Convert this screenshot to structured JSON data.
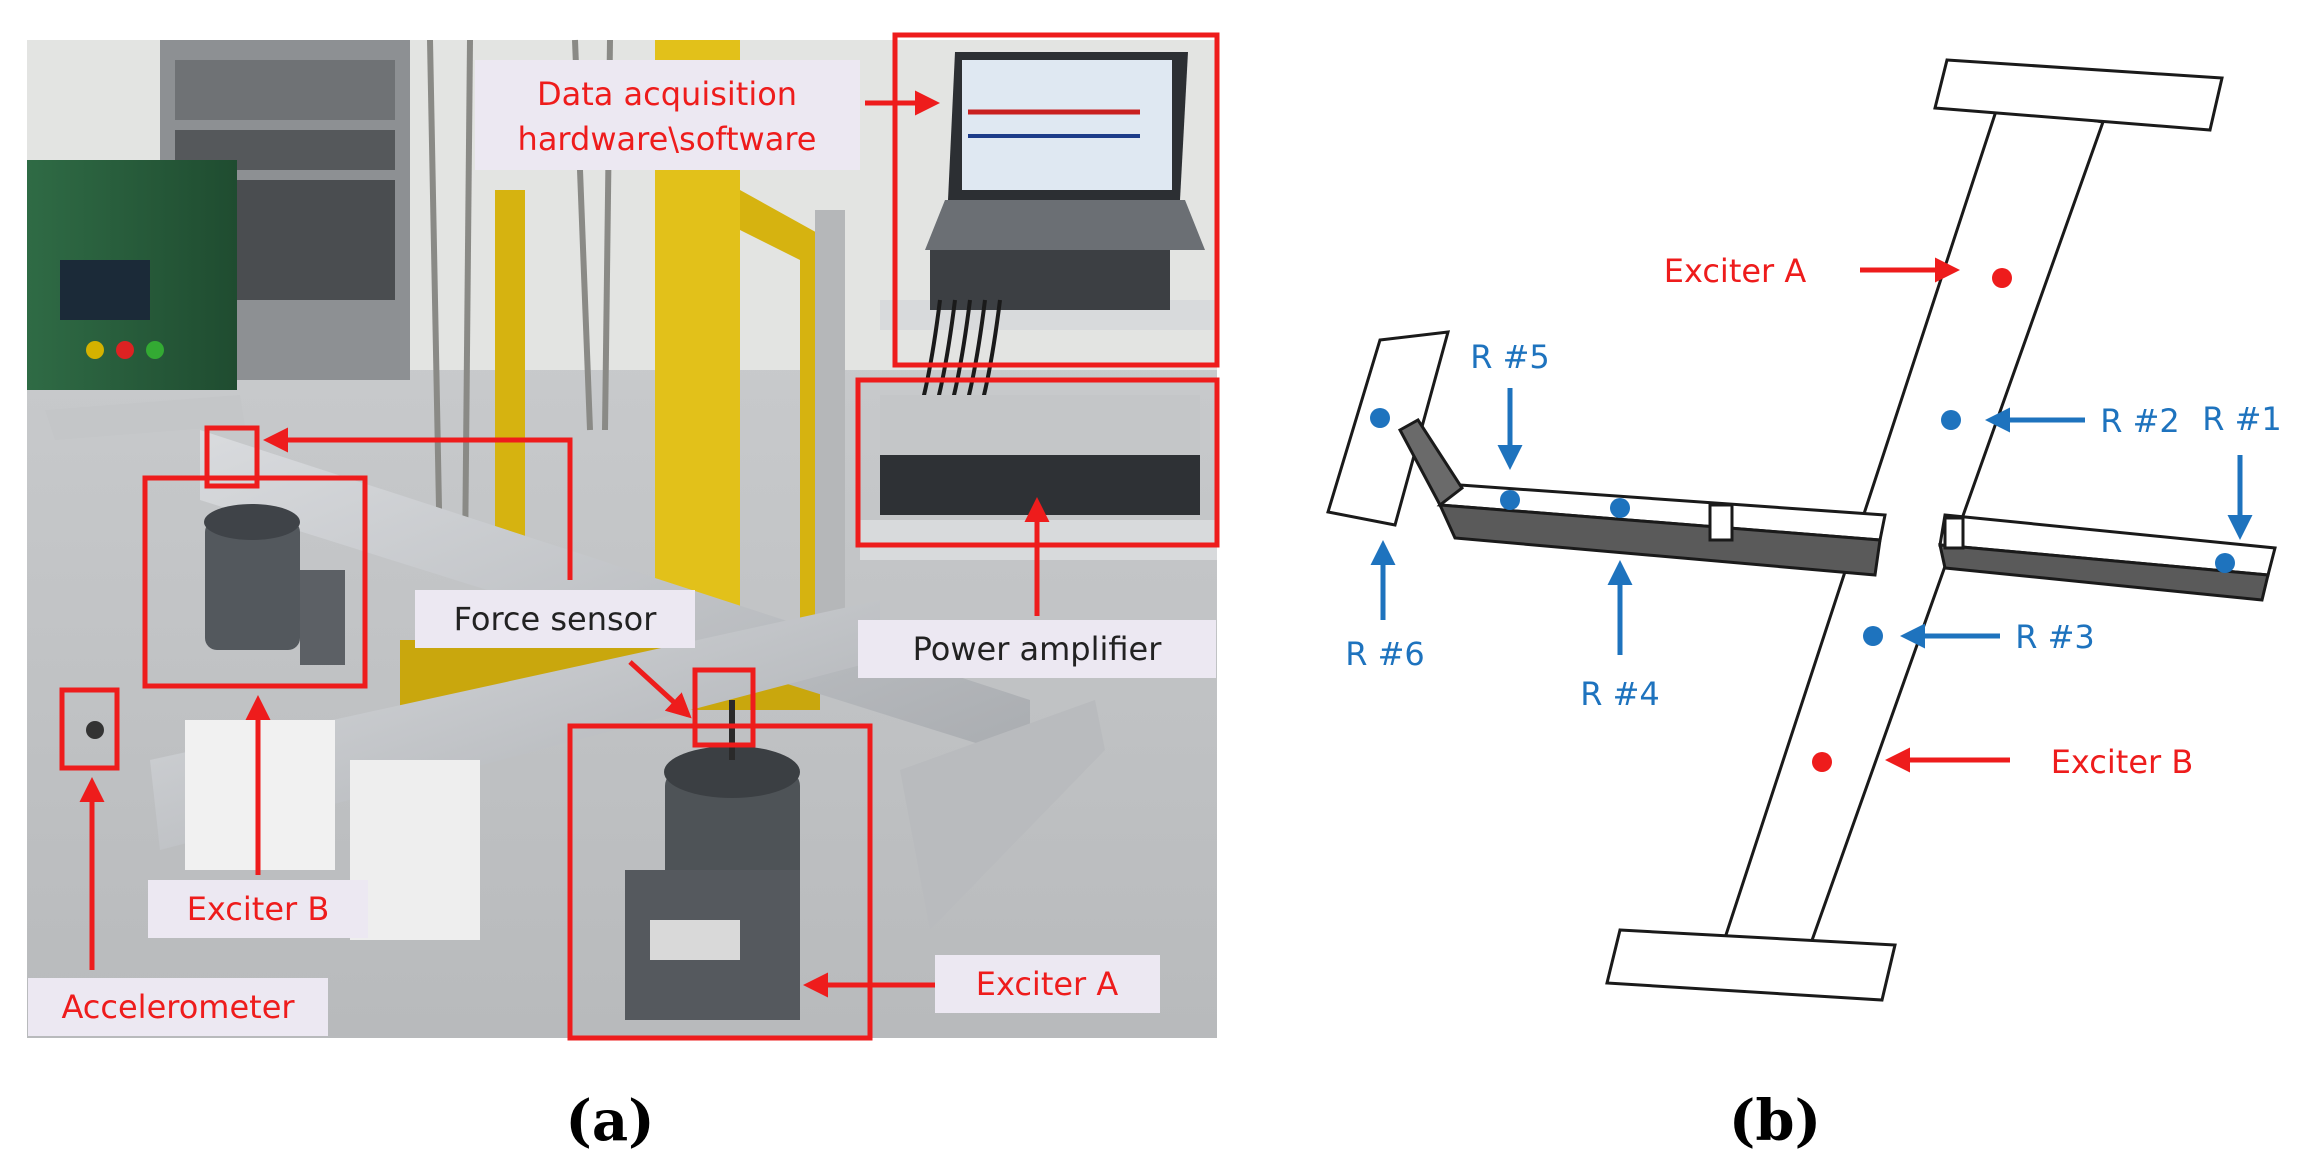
{
  "panel_a": {
    "caption": "(a)",
    "labels": {
      "daq_line1": "Data acquisition",
      "daq_line2": "hardware\\software",
      "force_sensor": "Force sensor",
      "power_amplifier": "Power amplifier",
      "exciter_b": "Exciter B",
      "exciter_a": "Exciter A",
      "accelerometer": "Accelerometer"
    }
  },
  "panel_b": {
    "caption": "(b)",
    "labels": {
      "exciter_a": "Exciter A",
      "exciter_b": "Exciter B",
      "r1": "R #1",
      "r2": "R #2",
      "r3": "R #3",
      "r4": "R #4",
      "r5": "R #5",
      "r6": "R #6"
    }
  },
  "colors": {
    "annotation_red": "#ee1c1c",
    "annotation_blue": "#1e73be",
    "label_bg": "#ece8f2"
  }
}
